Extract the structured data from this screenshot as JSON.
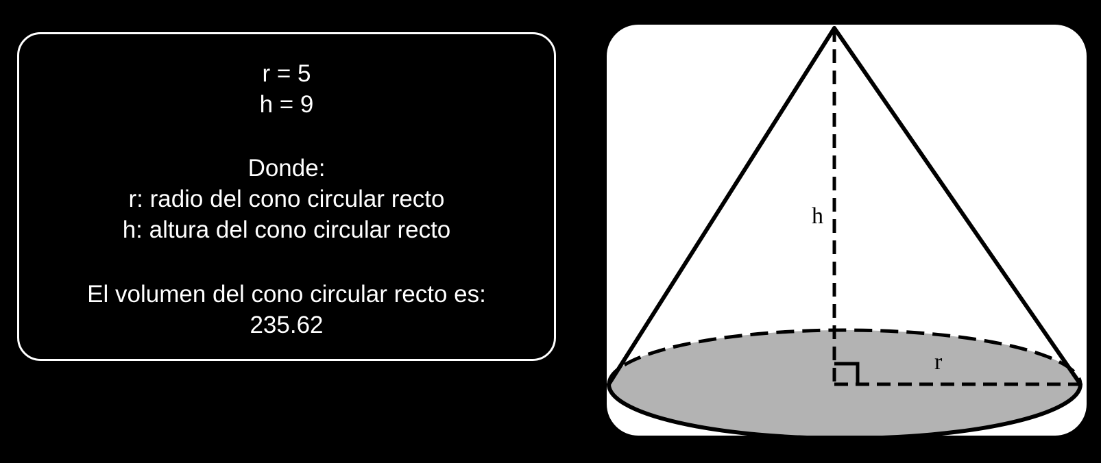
{
  "info": {
    "r_line": "r = 5",
    "h_line": "h = 9",
    "legend_title": "Donde:",
    "legend_r": "r: radio del cono circular recto",
    "legend_h": "h: altura del cono circular recto",
    "result_label": "El volumen del cono circular recto es:",
    "result_value": "235.62"
  },
  "diagram": {
    "height_label": "h",
    "radius_label": "r",
    "base_fill": "#b3b3b3",
    "line_color": "#000000"
  }
}
